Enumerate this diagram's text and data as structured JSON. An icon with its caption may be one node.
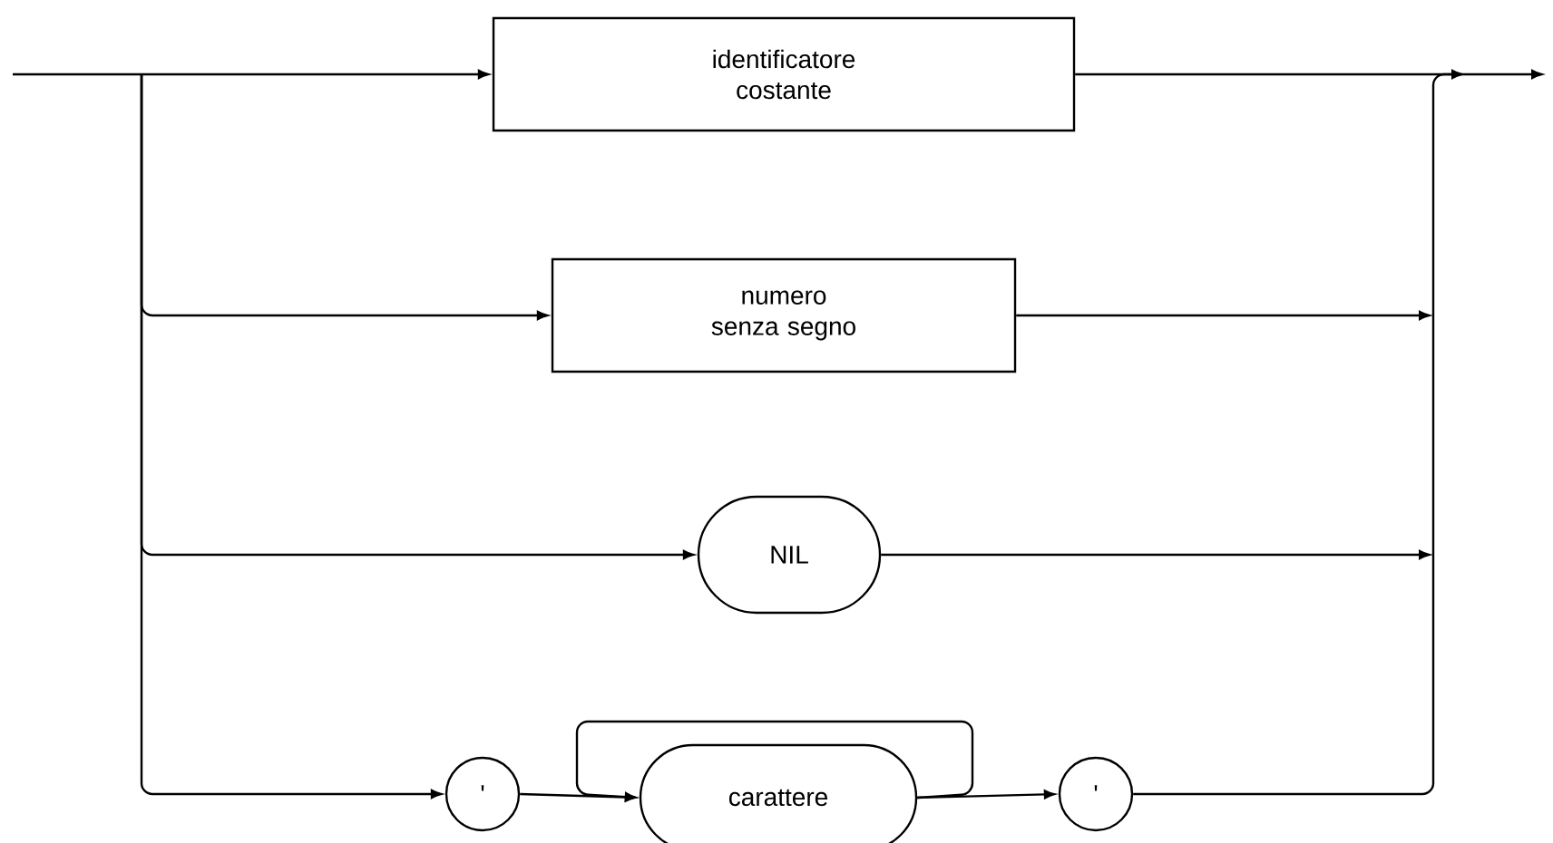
{
  "diagram": {
    "nodes": [
      {
        "text": [
          "identificatore costante"
        ]
      },
      {
        "text": [
          "numero senza segno"
        ]
      },
      {
        "text": [
          "NIL"
        ]
      },
      {
        "text": [
          "'"
        ]
      },
      {
        "text": [
          "carattere"
        ]
      },
      {
        "text": [
          "'"
        ]
      }
    ],
    "edges": [
      {
        "from": null,
        "to": 0,
        "arrow": "to"
      },
      {
        "from": null,
        "to": 1,
        "arrow": "to"
      },
      {
        "from": null,
        "to": 2,
        "arrow": "to"
      },
      {
        "from": null,
        "to": 3,
        "arrow": "to"
      },
      {
        "from": 3,
        "to": 4,
        "arrow": "to"
      },
      {
        "from": 4,
        "to": 4,
        "arrow": "to"
      },
      {
        "from": 4,
        "to": 5,
        "arrow": "to"
      },
      {
        "from": 0,
        "to": null,
        "arrow": "to"
      },
      {
        "from": 1,
        "to": null,
        "arrow": "to"
      },
      {
        "from": 2,
        "to": null,
        "arrow": "to"
      },
      {
        "from": 5,
        "to": null,
        "arrow": "to"
      }
    ]
  }
}
